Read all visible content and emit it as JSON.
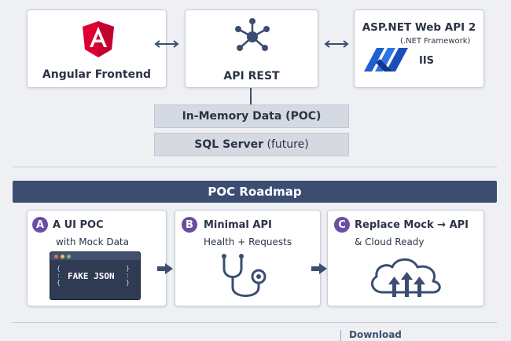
{
  "architecture": {
    "angular_label": "Angular Frontend",
    "api_label": "API REST",
    "aspnet_title": "ASP.NET Web API 2",
    "aspnet_subtitle": "(.NET Framework)",
    "iis_label": "IIS",
    "in_memory": {
      "bold": "In-Memory Data",
      "rest": " (POC)"
    },
    "sql_server": {
      "bold": "SQL Server",
      "rest": " (future)"
    }
  },
  "roadmap": {
    "title": "POC Roadmap",
    "steps": [
      {
        "badge": "A",
        "title": "A UI POC",
        "subtitle": "with Mock Data",
        "screen_text": "FAKE JSON",
        "icon": "code-window-icon"
      },
      {
        "badge": "B",
        "title": "Minimal API",
        "subtitle": "Health + Requests",
        "icon": "stethoscope-icon"
      },
      {
        "badge": "C",
        "title": "Replace Mock → API",
        "subtitle": "& Cloud Ready",
        "icon": "cloud-upload-icon"
      }
    ]
  },
  "footer": {
    "download_label": "Download"
  },
  "colors": {
    "navy": "#3b4e72",
    "angular_red": "#dd0031",
    "badge_purple": "#6a4ea3",
    "arrow": "#3b4e72",
    "azure_blue": "#1f5fd0"
  }
}
